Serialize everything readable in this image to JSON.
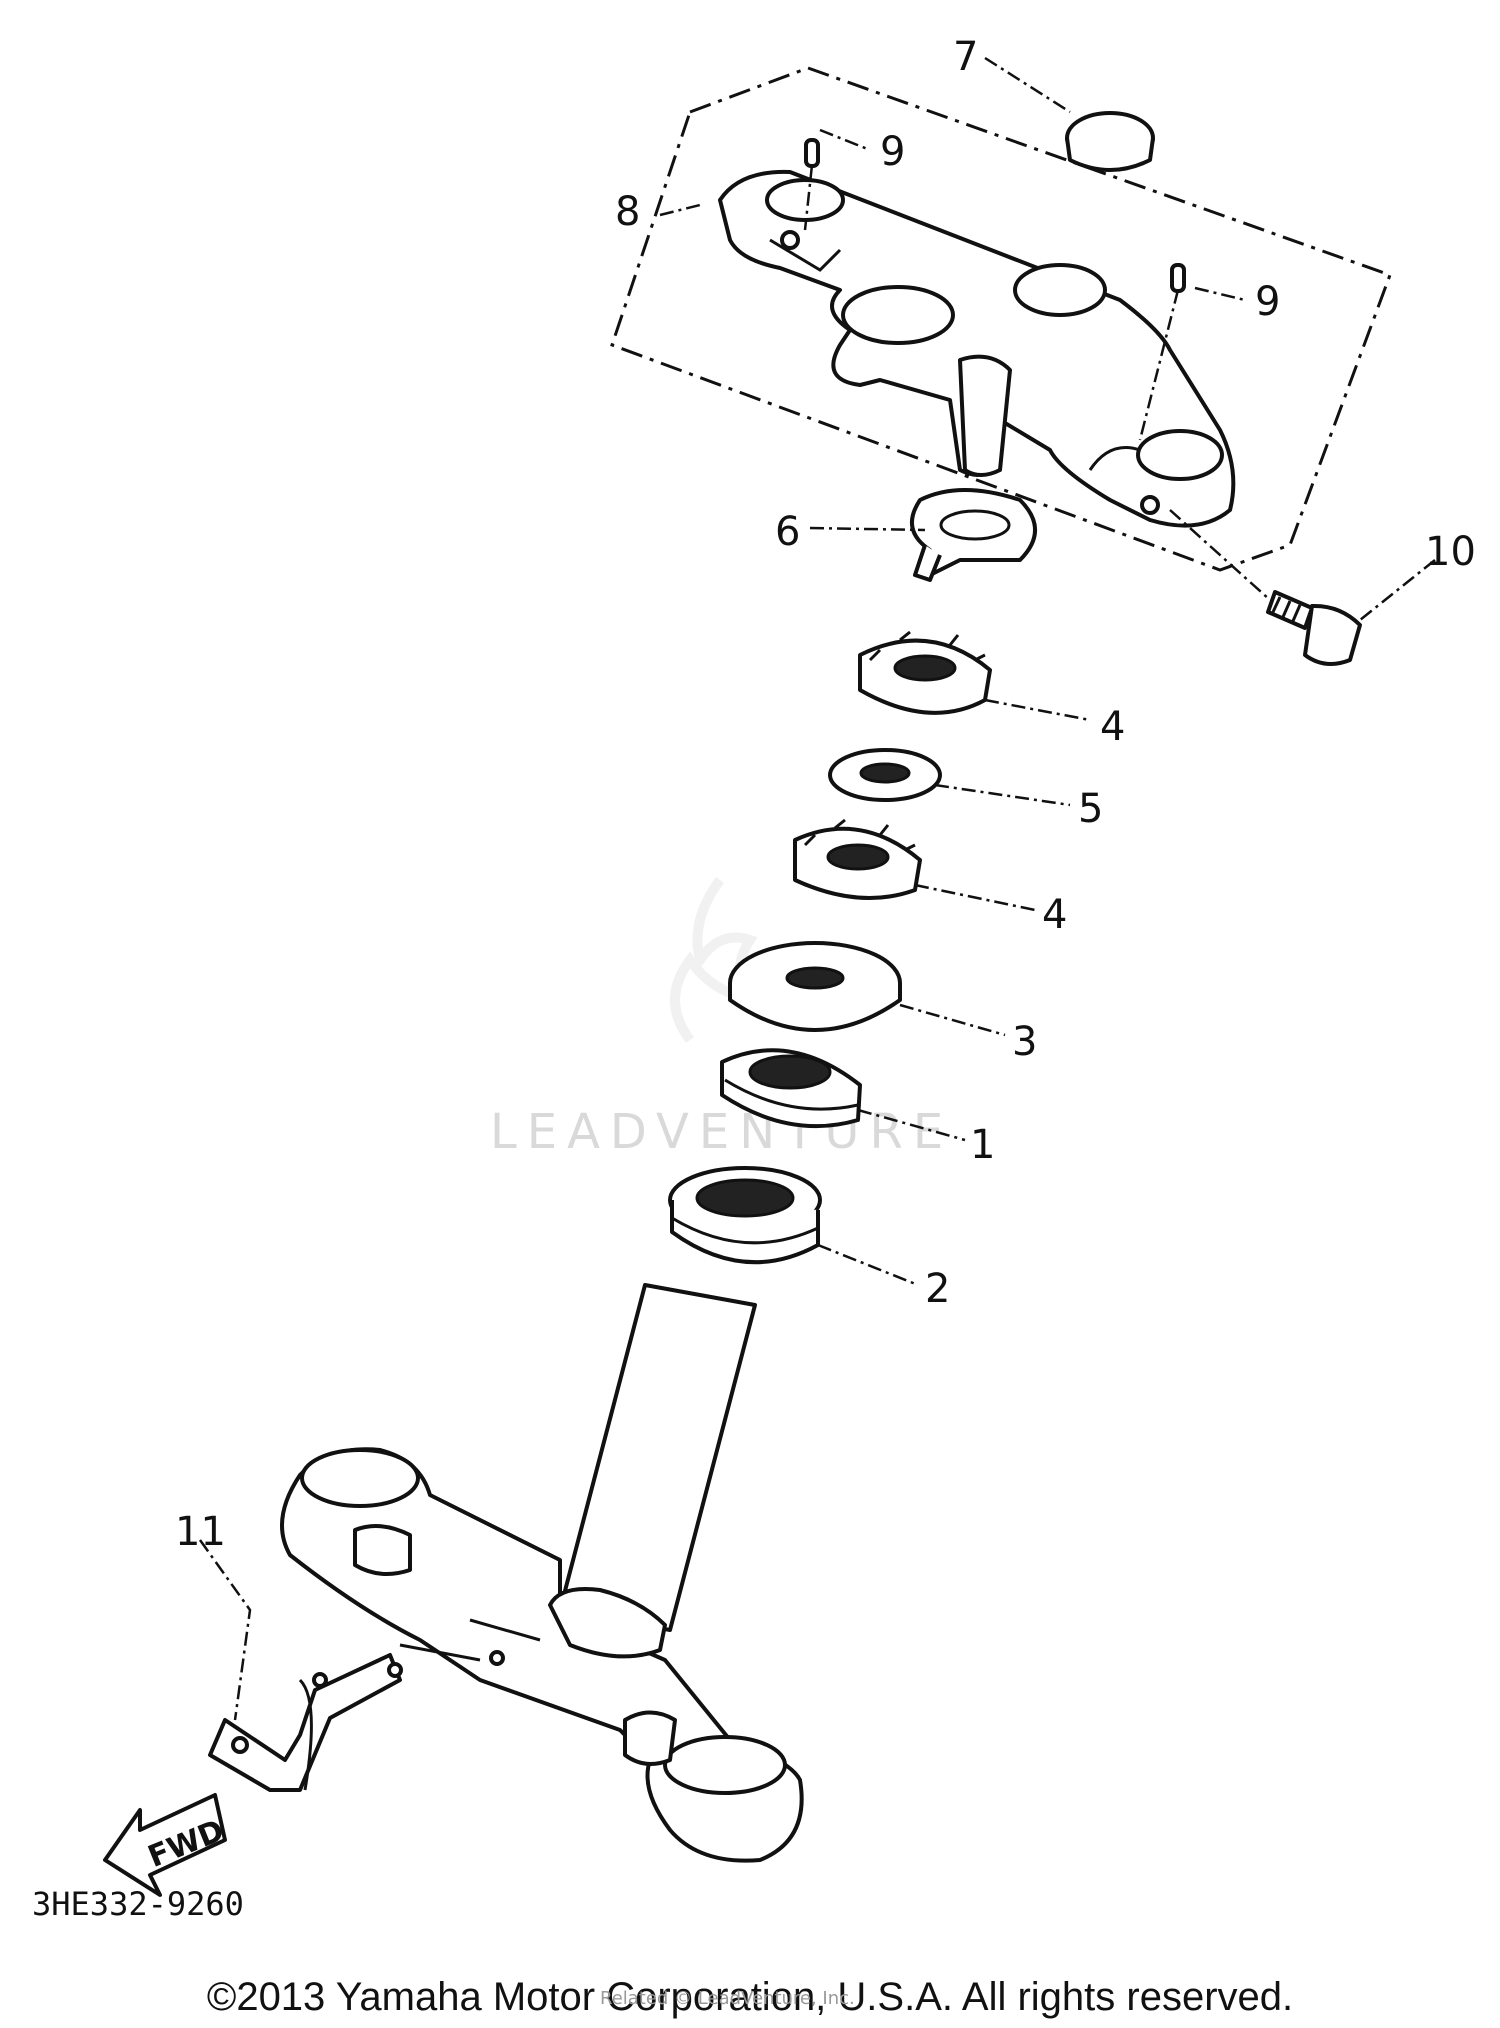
{
  "diagram": {
    "figure_code": "3HE332-9260",
    "copyright": "©2013 Yamaha Motor Corporation, U.S.A. All rights reserved.",
    "watermark": "LEADVENTURE",
    "watermark_small": "Related © LeadVenture, Inc.",
    "fwd_label": "FWD",
    "callouts": [
      "1",
      "2",
      "3",
      "4",
      "4",
      "5",
      "6",
      "7",
      "8",
      "9",
      "9",
      "10",
      "11"
    ]
  }
}
